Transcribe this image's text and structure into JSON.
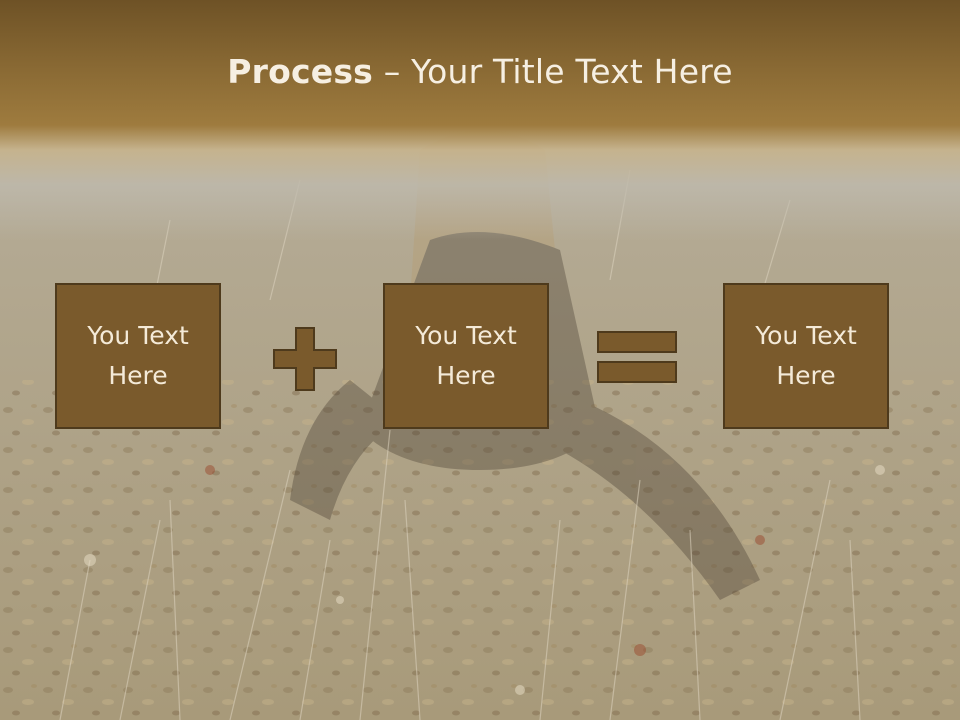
{
  "title": {
    "bold": "Process",
    "rest": " – Your Title Text Here"
  },
  "boxes": [
    {
      "text": "You Text Here"
    },
    {
      "text": "You Text Here"
    },
    {
      "text": "You Text Here"
    }
  ],
  "icons": {
    "operator_1": "plus-icon",
    "operator_2": "equals-icon"
  },
  "colors": {
    "header": "#8a6a34",
    "box_fill": "#7a5a2c",
    "box_border": "#4e3a1c",
    "text": "#f4ead8"
  }
}
